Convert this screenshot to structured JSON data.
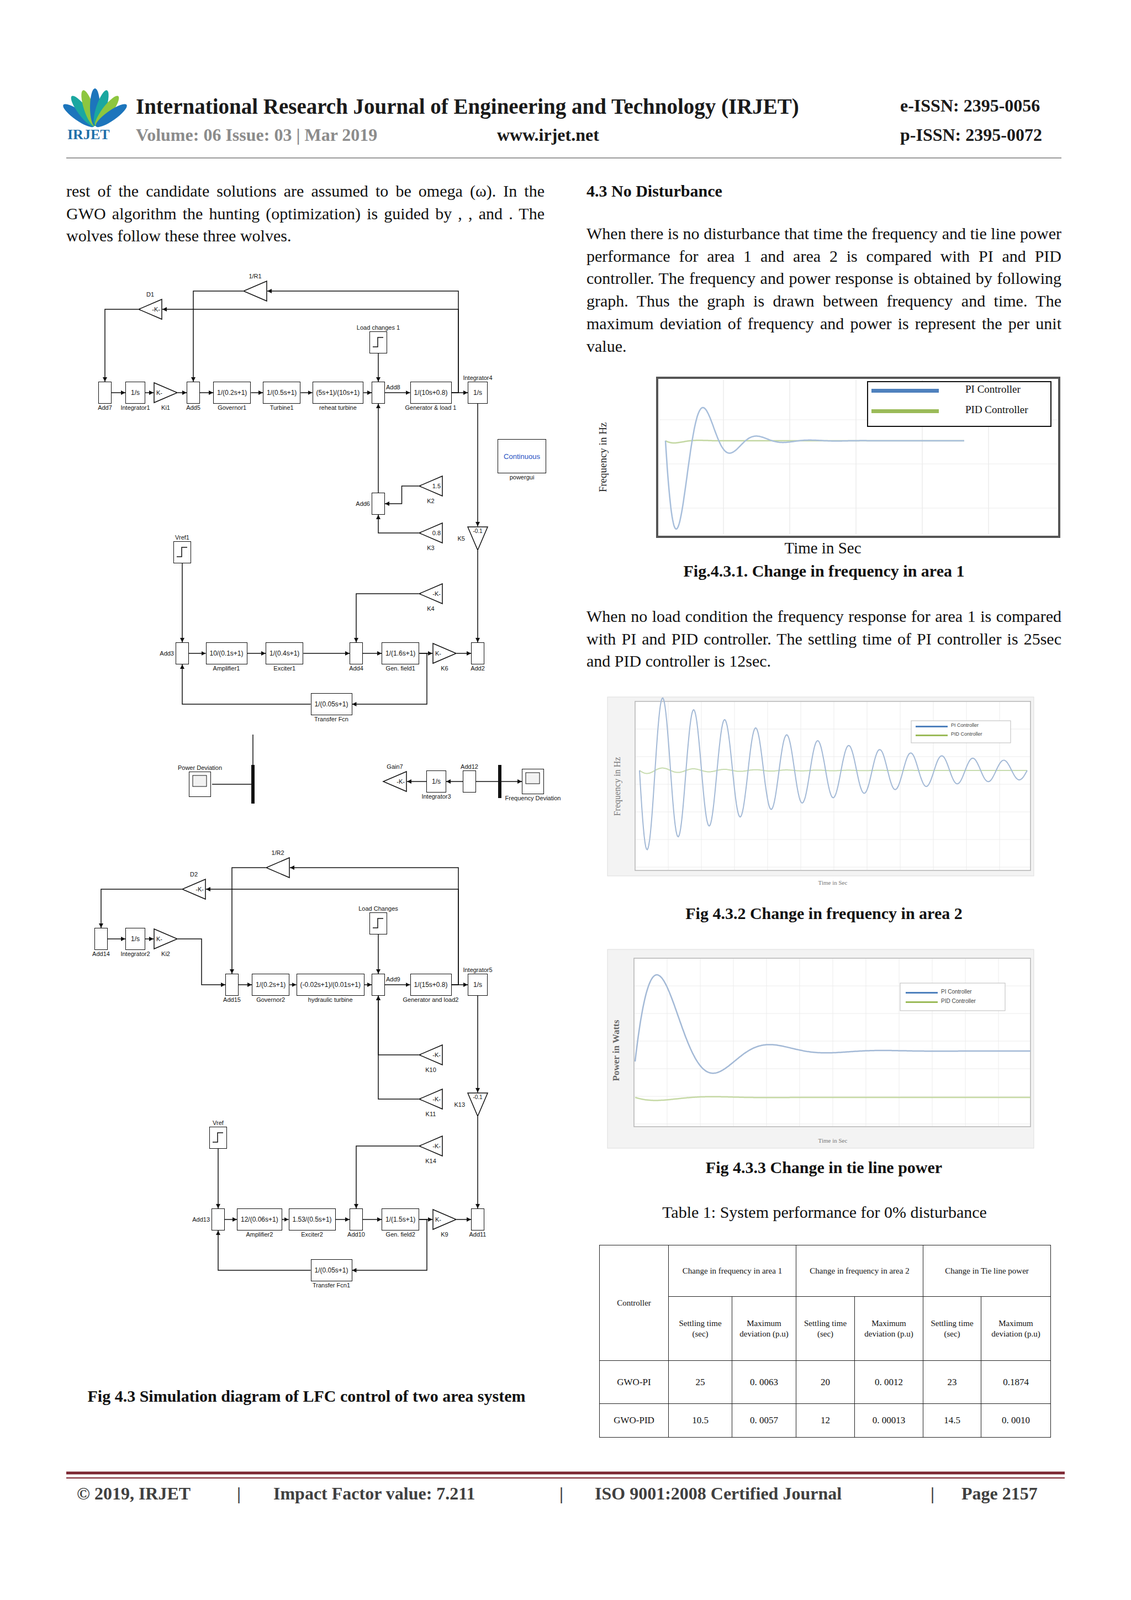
{
  "diagram": {
    "title": "International Research Journal of Engineering and Technology (IRJET)",
    "caption": "Fig 4.3 Simulation diagram of LFC control of two area system",
    "nodes": [
      {
        "text": [
          "Add7"
        ]
      },
      {
        "text": [
          "1/s",
          "Integrator1"
        ]
      },
      {
        "text": [
          "K-",
          "Ki1"
        ]
      },
      {
        "text": [
          "Add5"
        ]
      },
      {
        "text": [
          "1/(0.2s+1)",
          "Governor1"
        ]
      },
      {
        "text": [
          "1/(0.5s+1)",
          "Turbine1"
        ]
      },
      {
        "text": [
          "(5s+1)/(10s+1)",
          "reheat turbine"
        ]
      },
      {
        "text": [
          "Add8"
        ]
      },
      {
        "text": [
          "1/(10s+0.8)",
          "Generator & load 1"
        ]
      },
      {
        "text": [
          "1/s",
          "Integrator4"
        ]
      },
      {
        "text": [
          "Continuous",
          "powergui"
        ]
      },
      {
        "text": [
          "-K-",
          "D1"
        ]
      },
      {
        "text": [
          "1/R1"
        ]
      },
      {
        "text": [
          "Load changes 1"
        ]
      },
      {
        "text": [
          "1.5",
          "K2"
        ]
      },
      {
        "text": [
          "0.8",
          "K3"
        ]
      },
      {
        "text": [
          "-K-",
          "K4"
        ]
      },
      {
        "text": [
          "-0.1",
          "K5"
        ]
      },
      {
        "text": [
          "Add6"
        ]
      },
      {
        "text": [
          "Vref1"
        ]
      },
      {
        "text": [
          "Add3"
        ]
      },
      {
        "text": [
          "10/(0.1s+1)",
          "Amplifier1"
        ]
      },
      {
        "text": [
          "1/(0.4s+1)",
          "Exciter1"
        ]
      },
      {
        "text": [
          "Add4"
        ]
      },
      {
        "text": [
          "1/(1.6s+1)",
          "Gen. field1"
        ]
      },
      {
        "text": [
          "K-",
          "K6"
        ]
      },
      {
        "text": [
          "Add2"
        ]
      },
      {
        "text": [
          "1/(0.05s+1)",
          "Transfer Fcn"
        ]
      },
      {
        "text": [
          "Power Deviation"
        ]
      },
      {
        "text": [
          "-K-",
          "Gain7"
        ]
      },
      {
        "text": [
          "1/s",
          "Integrator3"
        ]
      },
      {
        "text": [
          "Add12"
        ]
      },
      {
        "text": [
          "Frequency Deviation"
        ]
      },
      {
        "text": [
          "-K-",
          "D2"
        ]
      },
      {
        "text": [
          "1/R2"
        ]
      },
      {
        "text": [
          "Load Changes"
        ]
      },
      {
        "text": [
          "Add14"
        ]
      },
      {
        "text": [
          "1/s",
          "Integrator2"
        ]
      },
      {
        "text": [
          "K-",
          "Ki2"
        ]
      },
      {
        "text": [
          "Add15"
        ]
      },
      {
        "text": [
          "1/(0.2s+1)",
          "Governor2"
        ]
      },
      {
        "text": [
          "(-0.02s+1)/(0.01s+1)",
          "hydraulic turbine"
        ]
      },
      {
        "text": [
          "Add9"
        ]
      },
      {
        "text": [
          "1/(15s+0.8)",
          "Generator and load2"
        ]
      },
      {
        "text": [
          "1/s",
          "Integrator5"
        ]
      },
      {
        "text": [
          "-K-",
          "K10"
        ]
      },
      {
        "text": [
          "-K-",
          "K11"
        ]
      },
      {
        "text": [
          "-K-",
          "K14"
        ]
      },
      {
        "text": [
          "-0.1",
          "K13"
        ]
      },
      {
        "text": [
          "Vref"
        ]
      },
      {
        "text": [
          "Add13"
        ]
      },
      {
        "text": [
          "12/(0.06s+1)",
          "Amplifier2"
        ]
      },
      {
        "text": [
          "1.53/(0.5s+1)",
          "Exciter2"
        ]
      },
      {
        "text": [
          "Add10"
        ]
      },
      {
        "text": [
          "1/(1.5s+1)",
          "Gen. field2"
        ]
      },
      {
        "text": [
          "K-",
          "K9"
        ]
      },
      {
        "text": [
          "Add11"
        ]
      },
      {
        "text": [
          "1/(0.05s+1)",
          "Transfer Fcn1"
        ]
      }
    ],
    "edges": [
      {
        "from": 0,
        "to": 1,
        "arrow": "to"
      },
      {
        "from": 1,
        "to": 2,
        "arrow": "to"
      },
      {
        "from": 2,
        "to": 3,
        "arrow": "to"
      },
      {
        "from": 3,
        "to": 4,
        "arrow": "to"
      },
      {
        "from": 4,
        "to": 5,
        "arrow": "to"
      },
      {
        "from": 5,
        "to": 6,
        "arrow": "to"
      },
      {
        "from": 6,
        "to": 7,
        "arrow": "to"
      },
      {
        "from": 7,
        "to": 8,
        "arrow": "to"
      },
      {
        "from": 8,
        "to": 9,
        "arrow": "to"
      },
      {
        "from": 13,
        "to": 7,
        "arrow": "to"
      },
      {
        "from": 8,
        "to": 12,
        "arrow": "to"
      },
      {
        "from": 8,
        "to": 11,
        "arrow": "to"
      },
      {
        "from": 12,
        "to": 3,
        "arrow": "to"
      },
      {
        "from": 11,
        "to": 0,
        "arrow": "to"
      },
      {
        "from": 14,
        "to": 18,
        "arrow": "to"
      },
      {
        "from": 15,
        "to": 18,
        "arrow": "to"
      },
      {
        "from": 18,
        "to": 7,
        "arrow": "to"
      },
      {
        "from": 9,
        "to": 17,
        "arrow": "to"
      },
      {
        "from": 17,
        "to": 26,
        "arrow": "to"
      },
      {
        "from": 16,
        "to": 23,
        "arrow": "to"
      },
      {
        "from": 19,
        "to": 20,
        "arrow": "to"
      },
      {
        "from": 20,
        "to": 21,
        "arrow": "to"
      },
      {
        "from": 21,
        "to": 22,
        "arrow": "to"
      },
      {
        "from": 22,
        "to": 23,
        "arrow": "to"
      },
      {
        "from": 23,
        "to": 24,
        "arrow": "to"
      },
      {
        "from": 24,
        "to": 25,
        "arrow": "to"
      },
      {
        "from": 25,
        "to": 26,
        "arrow": "to"
      },
      {
        "from": 24,
        "to": 27,
        "arrow": "to"
      },
      {
        "from": 27,
        "to": 20,
        "arrow": "to"
      },
      {
        "from": 31,
        "to": 30,
        "arrow": "to"
      },
      {
        "from": 30,
        "to": 29,
        "arrow": "to"
      },
      {
        "from": 31,
        "to": 32,
        "arrow": "to"
      },
      {
        "from": 36,
        "to": 37,
        "arrow": "to"
      },
      {
        "from": 37,
        "to": 38,
        "arrow": "to"
      },
      {
        "from": 38,
        "to": 39,
        "arrow": "to"
      },
      {
        "from": 39,
        "to": 40,
        "arrow": "to"
      },
      {
        "from": 40,
        "to": 41,
        "arrow": "to"
      },
      {
        "from": 41,
        "to": 42,
        "arrow": "to"
      },
      {
        "from": 42,
        "to": 43,
        "arrow": "to"
      },
      {
        "from": 43,
        "to": 44,
        "arrow": "to"
      },
      {
        "from": 35,
        "to": 42,
        "arrow": "to"
      },
      {
        "from": 43,
        "to": 34,
        "arrow": "to"
      },
      {
        "from": 43,
        "to": 33,
        "arrow": "to"
      },
      {
        "from": 34,
        "to": 39,
        "arrow": "to"
      },
      {
        "from": 33,
        "to": 36,
        "arrow": "to"
      },
      {
        "from": 45,
        "to": 42,
        "arrow": "to"
      },
      {
        "from": 46,
        "to": 42,
        "arrow": "to"
      },
      {
        "from": 44,
        "to": 48,
        "arrow": "to"
      },
      {
        "from": 48,
        "to": 56,
        "arrow": "to"
      },
      {
        "from": 47,
        "to": 53,
        "arrow": "to"
      },
      {
        "from": 49,
        "to": 50,
        "arrow": "to"
      },
      {
        "from": 50,
        "to": 51,
        "arrow": "to"
      },
      {
        "from": 51,
        "to": 52,
        "arrow": "to"
      },
      {
        "from": 52,
        "to": 53,
        "arrow": "to"
      },
      {
        "from": 53,
        "to": 54,
        "arrow": "to"
      },
      {
        "from": 54,
        "to": 55,
        "arrow": "to"
      },
      {
        "from": 55,
        "to": 56,
        "arrow": "to"
      },
      {
        "from": 54,
        "to": 57,
        "arrow": "to"
      },
      {
        "from": 57,
        "to": 50,
        "arrow": "to"
      }
    ],
    "labels": [
      "IRJET",
      "e-ISSN: 2395-0056",
      "Volume: 06 Issue: 03 | Mar 2019",
      "www.irjet.net",
      "p-ISSN: 2395-0072",
      "rest of the candidate solutions are assumed to be omega (ω). In the GWO algorithm the hunting (optimization) is guided by , , and . The wolves follow these three wolves.",
      "4.3 No Disturbance",
      "When there is no disturbance that time the frequency and tie line power performance for area 1 and area 2 is compared with PI and PID controller. The frequency and power response is obtained by following graph. Thus the graph is drawn between frequency and time. The maximum deviation of frequency and power is represent the per unit value.",
      "Frequency in Hz",
      "Time in Sec",
      "Fig.4.3.1. Change in frequency in area 1",
      "When no load condition the frequency response for area 1 is compared with PI and PID controller. The settling time of PI controller is 25sec and PID controller is 12sec.",
      "Frequency in Hz",
      "Time in Sec",
      "Fig 4.3.2 Change in frequency in area 2",
      "Power in Watts",
      "Time in Sec",
      "Fig 4.3.3 Change in tie line power",
      "Table 1: System performance for 0% disturbance",
      "Controller",
      "Change in frequency in area 1",
      "Change in frequency in area 2",
      "Change in Tie line power",
      "Settling time (sec)",
      "Maximum deviation (p.u)",
      "Settling time (sec)",
      "Maximum deviation (p.u)",
      "Settling time (sec)",
      "Maximum deviation (p.u)",
      "GWO-PI",
      "25",
      "0. 0063",
      "20",
      "0. 0012",
      "23",
      "0.1874",
      "GWO-PID",
      "10.5",
      "0. 0057",
      "12",
      "0. 00013",
      "14.5",
      "0. 0010",
      "© 2019, IRJET",
      "|",
      "Impact Factor value: 7.211",
      "|",
      "ISO 9001:2008 Certified Journal",
      "|",
      "Page 2157"
    ],
    "legend": [
      {
        "text": "PI Controller",
        "color": "#4f81bd"
      },
      {
        "text": "PID Controller",
        "color": "#9bbb59"
      },
      {
        "text": "PI Controller",
        "color": "#4f81bd"
      },
      {
        "text": "PID Controller",
        "color": "#9bbb59"
      },
      {
        "text": "PI Controller",
        "color": "#4f81bd"
      },
      {
        "text": "PID Controller",
        "color": "#9bbb59"
      }
    ]
  }
}
